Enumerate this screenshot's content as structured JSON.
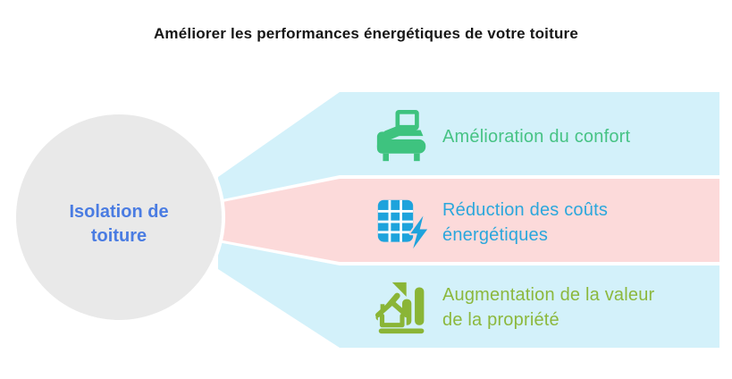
{
  "title": "Améliorer les performances énergétiques de votre toiture",
  "colors": {
    "background": "#ffffff",
    "band_blue": "#d3f1fa",
    "band_pink": "#fcdada",
    "hub_fill": "#e9e9e9",
    "hub_border": "#ffffff",
    "hub_text": "#4a7ce2",
    "title_text": "#161616"
  },
  "hub": {
    "lines": [
      "Isolation de",
      "toiture"
    ]
  },
  "benefits": [
    {
      "icon": "sofa-laptop-icon",
      "band_color": "#d3f1fa",
      "text_color": "#47c385",
      "icon_color": "#3ec37f",
      "lines": [
        "Amélioration du confort"
      ]
    },
    {
      "icon": "spreadsheet-bolt-icon",
      "band_color": "#fcdada",
      "text_color": "#2ba7dc",
      "icon_color": "#1ea3dc",
      "lines": [
        "Réduction des coûts",
        "énergétiques"
      ]
    },
    {
      "icon": "house-growth-icon",
      "band_color": "#d3f1fa",
      "text_color": "#8cb83d",
      "icon_color": "#8ab536",
      "lines": [
        "Augmentation de la valeur",
        "de la propriété"
      ]
    }
  ]
}
